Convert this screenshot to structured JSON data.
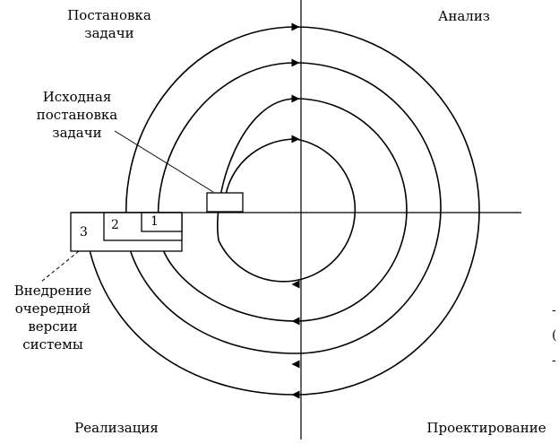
{
  "quadrants": {
    "top_left": [
      "Постановка",
      "задачи"
    ],
    "top_right": "Анализ",
    "bottom_left": "Реализация",
    "bottom_right": "Проектирование"
  },
  "callouts": {
    "initial": [
      "Исходная",
      "постановка",
      "задачи"
    ],
    "deploy": [
      "Внедрение",
      "очередной",
      "версии",
      "системы"
    ]
  },
  "versions": [
    "1",
    "2",
    "3"
  ],
  "edge_marks": [
    "-",
    "(",
    "-"
  ]
}
